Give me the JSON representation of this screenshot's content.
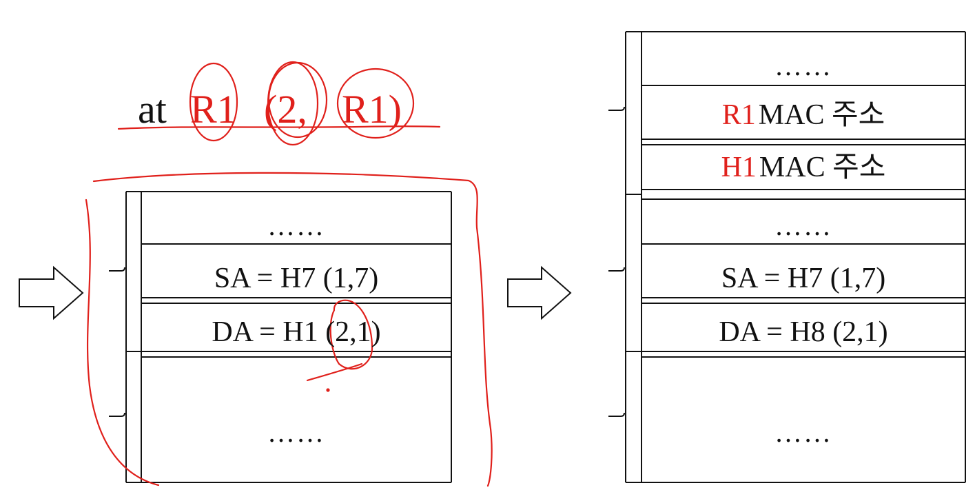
{
  "annotation": {
    "prefix": "at",
    "router": "R1",
    "addr_open": "(2,",
    "addr_router": "R1)"
  },
  "left_packet": {
    "rows": [
      {
        "text": "……"
      },
      {
        "text": "SA = H7 (1,7)"
      },
      {
        "text": "DA = H1 (2,1)"
      },
      {
        "text": "……"
      }
    ]
  },
  "right_packet": {
    "rows": [
      {
        "text": "……"
      },
      {
        "red": "R1",
        "text": "MAC 주소"
      },
      {
        "red": "H1",
        "text": "MAC 주소"
      },
      {
        "text": "……"
      },
      {
        "text": "SA = H7 (1,7)"
      },
      {
        "text": "DA = H8 (2,1)"
      },
      {
        "text": "……"
      }
    ]
  },
  "colors": {
    "ink": "#111111",
    "pen": "#e0201b"
  },
  "icons": [
    "arrow-right-icon",
    "brace-icon"
  ]
}
